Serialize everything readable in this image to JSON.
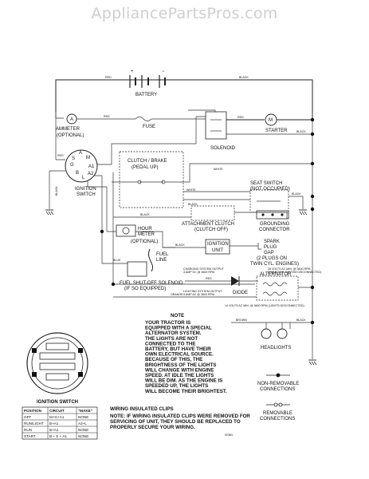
{
  "watermark": "AppliancePartsPros.com",
  "components": {
    "battery": "BATTERY",
    "ammeter": "AMMETER",
    "ammeter_sub": "(OPTIONAL)",
    "fuse": "FUSE",
    "starter": "STARTER",
    "solenoid": "SOLENOID",
    "ignition_switch_1": "IGNITION",
    "ignition_switch_2": "SWITCH",
    "clutch_brake_1": "CLUTCH / BRAKE",
    "clutch_brake_2": "(PEDAL UP)",
    "seat_switch_1": "SEAT SWITCH",
    "seat_switch_2": "(NOT OCCUPIED)",
    "attachment_clutch_1": "ATTACHMENT CLUTCH",
    "attachment_clutch_2": "(CLUTCH OFF)",
    "grounding_1": "GROUNDING",
    "grounding_2": "CONNECTOR",
    "hour_meter_1": "HOUR",
    "hour_meter_2": "METER",
    "hour_meter_3": "(OPTIONAL)",
    "ignition_unit_1": "IGNITION",
    "ignition_unit_2": "UNIT",
    "spark_plug_1": "SPARK",
    "spark_plug_2": "PLUG",
    "spark_plug_3": "GAP",
    "spark_plug_4": "(2 PLUGS ON",
    "spark_plug_5": "TWIN CYL. ENGINES)",
    "fuel_line_1": "FUEL",
    "fuel_line_2": "LINE",
    "fuel_solenoid_1": "FUEL SHUT-OFF SOLENOID",
    "fuel_solenoid_2": "(IF SO EQUIPPED)",
    "diode": "DIODE",
    "alternator": "ALTERNATOR",
    "headlights": "HEADLIGHTS",
    "non_removable_1": "NON-REMOVABLE",
    "non_removable_2": "CONNECTIONS",
    "removable_1": "REMOVABLE",
    "removable_2": "CONNECTIONS",
    "ignition_switch_title": "IGNITION SWITCH",
    "charging_output_1": "CHARGING SYSTEM OUTPUT",
    "charging_output_2": "3 AMP DC @ 3600 RPM",
    "lighting_output_1": "LIGHTING SYSTEM OUTPUT",
    "lighting_output_2": "5 AMP AC @ 3600 RPM",
    "volts_ac_1": "28 VOLTS AC MIN. @ 3600 RPM",
    "volts_ac_2": "(CHARGING SYSTEM DISCONNECTED)",
    "volts_ac_3": "14 VOLTS AC MIN. @ 3600 RPM (LIGHTS DISCONNECTED)",
    "switch_terminals": [
      "A",
      "M",
      "G",
      "S",
      "B",
      "L",
      "A1",
      "A2"
    ]
  },
  "wire_labels": {
    "red": "RED",
    "black": "BLACK",
    "white": "WHITE",
    "blue": "BLUE",
    "orange": "ORANGE",
    "brown": "BROWN"
  },
  "note": {
    "title": "NOTE",
    "lines": [
      "YOUR TRACTOR IS",
      "EQUIPPED WITH A SPECIAL",
      "ALTERNATOR SYSTEM.",
      "THE LIGHTS ARE NOT",
      "CONNECTED TO THE",
      "BATTERY, BUT HAVE THEIR",
      "OWN ELECTRICAL SOURCE.",
      "BECAUSE OF THIS, THE",
      "BRIGHTNESS OF THE LIGHTS",
      "WILL CHANGE WITH ENGINE",
      "SPEED. AT IDLE THE LIGHTS",
      "WILL BE DIM. AS THE ENGINE IS",
      "SPEEDED UP, THE LIGHTS",
      "WILL BECOME THEIR BRIGHTEST."
    ]
  },
  "switch_table": {
    "headers": [
      "POSITION",
      "CIRCUIT",
      "\"MAKE\""
    ],
    "rows": [
      [
        "OFF",
        "M+G+A1",
        "NONE"
      ],
      [
        "RUN/LIGHT",
        "B+A1",
        "A2+L"
      ],
      [
        "RUN",
        "B+A1",
        "NONE"
      ],
      [
        "START",
        "B + S + A1",
        "NONE"
      ]
    ]
  },
  "wiring_clips": {
    "title": "WIRING INSULATED CLIPS",
    "lines": [
      "NOTE: IF WIRING INSULATED CLIPS WERE REMOVED FOR",
      "SERVICING OF UNIT, THEY SHOULD BE REPLACED TO",
      "PROPERLY SECURE YOUR WIRING."
    ]
  },
  "part_code": "02363"
}
